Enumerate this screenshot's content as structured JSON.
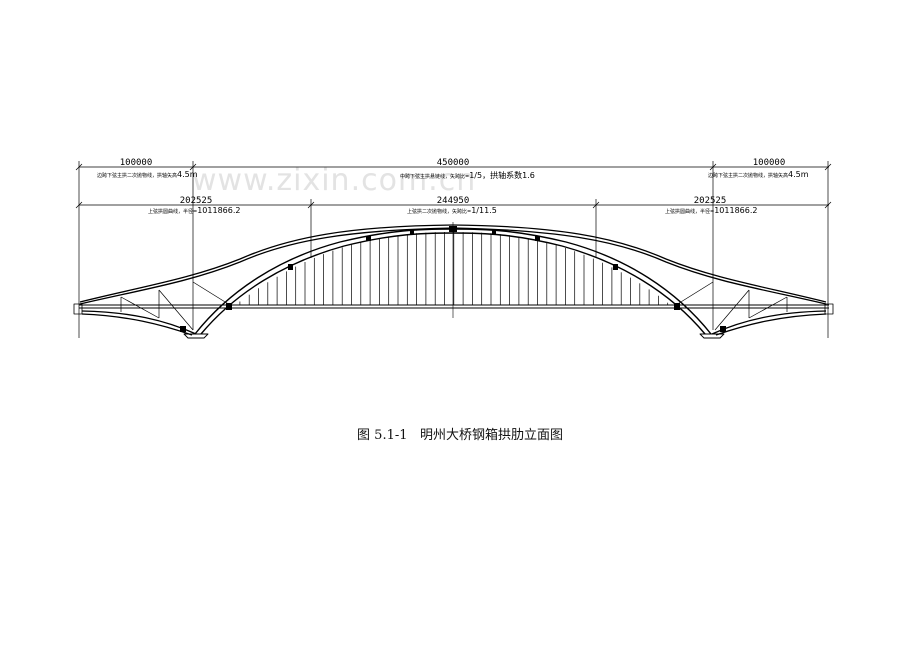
{
  "watermark": "www.zixin.com.cn",
  "dimensions": {
    "top_left": "100000",
    "top_center": "450000",
    "top_right": "100000",
    "mid_left": "202525",
    "mid_center": "244950",
    "mid_right": "202525"
  },
  "notes": {
    "top_left_note": "边跨下弦主拱二次抛物线，拱轴矢高",
    "top_left_value": "4.5m",
    "top_center_note": "中跨下弦主拱悬链线，矢跨比=",
    "top_center_value": "1/5，拱轴系数1.6",
    "top_right_note": "边跨下弦主拱二次抛物线，拱轴矢高",
    "top_right_value": "4.5m",
    "mid_left_note": "上弦拱圆曲线，半径=",
    "mid_left_value": "1011866.2",
    "mid_center_note": "上弦拱二次抛物线，矢跨比=",
    "mid_center_value": "1/11.5",
    "mid_right_note": "上弦拱圆曲线，半径=",
    "mid_right_value": "1011866.2"
  },
  "caption": {
    "figure_number": "图 5.1-1",
    "title": "明州大桥钢箱拱肋立面图"
  }
}
